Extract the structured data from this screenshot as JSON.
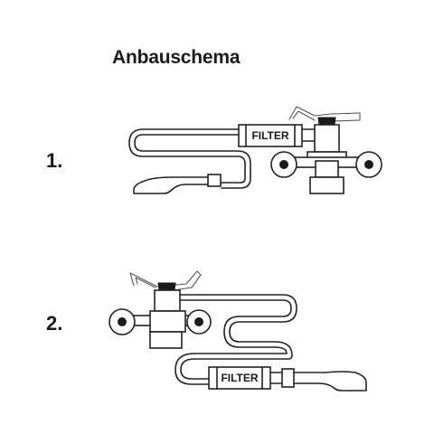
{
  "title": "Anbauschema",
  "steps": [
    {
      "number": "1.",
      "filter_label": "FILTER"
    },
    {
      "number": "2.",
      "filter_label": "FILTER"
    }
  ]
}
